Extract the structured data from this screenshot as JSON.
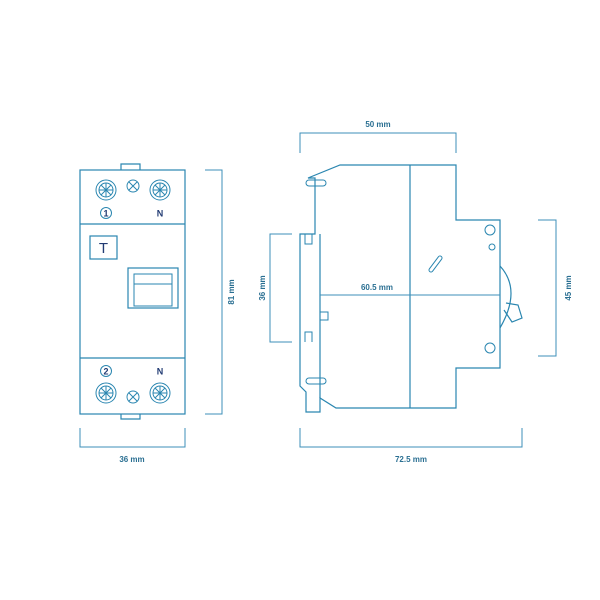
{
  "front_view": {
    "top_terminal_labels": [
      "1",
      "N"
    ],
    "bottom_terminal_labels": [
      "2",
      "N"
    ],
    "type_label": "T",
    "width_dim": "36 mm",
    "height_dim": "81 mm"
  },
  "side_view": {
    "width_dim": "50 mm",
    "rail_dim": "36 mm",
    "depth_dim": "60.5 mm",
    "right_height_dim": "45 mm",
    "total_depth_dim": "72.5 mm"
  },
  "colors": {
    "line": "#2a86b0",
    "label": "#223b73",
    "dimension_text": "#2a6f92"
  }
}
